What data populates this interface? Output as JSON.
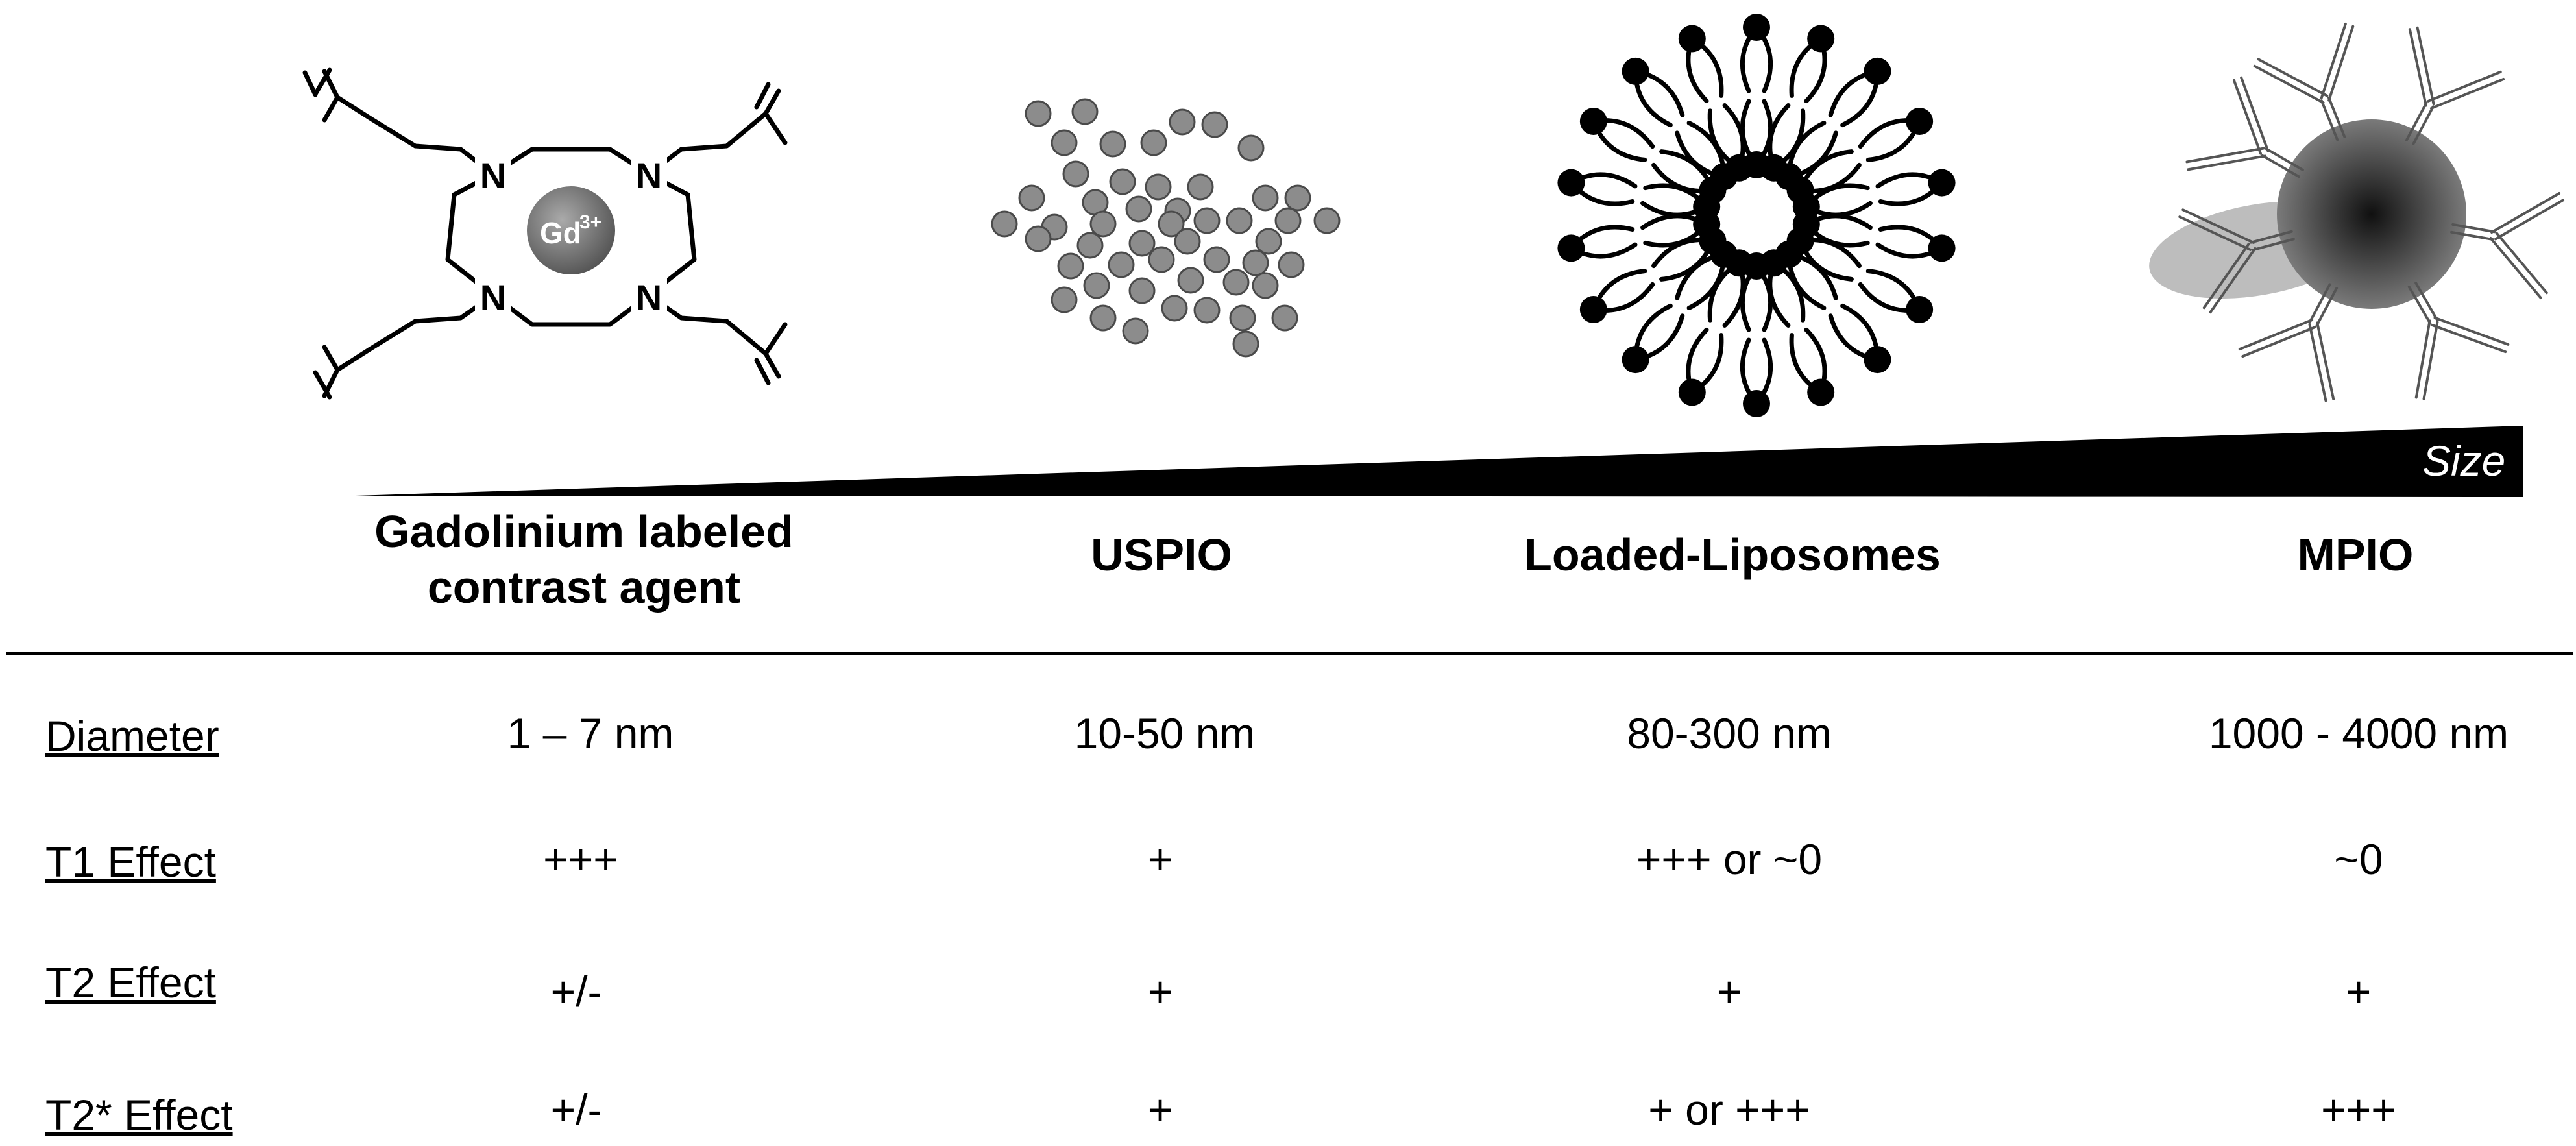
{
  "size_label": "Size",
  "gadolinium_symbol": "Gd",
  "gadolinium_charge": "3+",
  "nitrogen_symbol": "N",
  "agents": [
    {
      "name_line1": "Gadolinium labeled",
      "name_line2": "contrast agent"
    },
    {
      "name_line1": "USPIO",
      "name_line2": ""
    },
    {
      "name_line1": "Loaded-Liposomes",
      "name_line2": ""
    },
    {
      "name_line1": "MPIO",
      "name_line2": ""
    }
  ],
  "rows": [
    {
      "label": "Diameter",
      "values": [
        "1 – 7 nm",
        "10-50 nm",
        "80-300 nm",
        "1000 - 4000 nm"
      ]
    },
    {
      "label": "T1 Effect",
      "values": [
        "+++",
        "+",
        "+++ or ~0",
        "~0"
      ]
    },
    {
      "label": "T2 Effect",
      "values": [
        "+/-",
        "+",
        "+",
        "+"
      ]
    },
    {
      "label": "T2* Effect",
      "values": [
        "+/-",
        "+",
        "+ or +++",
        "+++"
      ]
    }
  ],
  "colors": {
    "particle_gray": "#8c8c8c",
    "black": "#000000"
  }
}
